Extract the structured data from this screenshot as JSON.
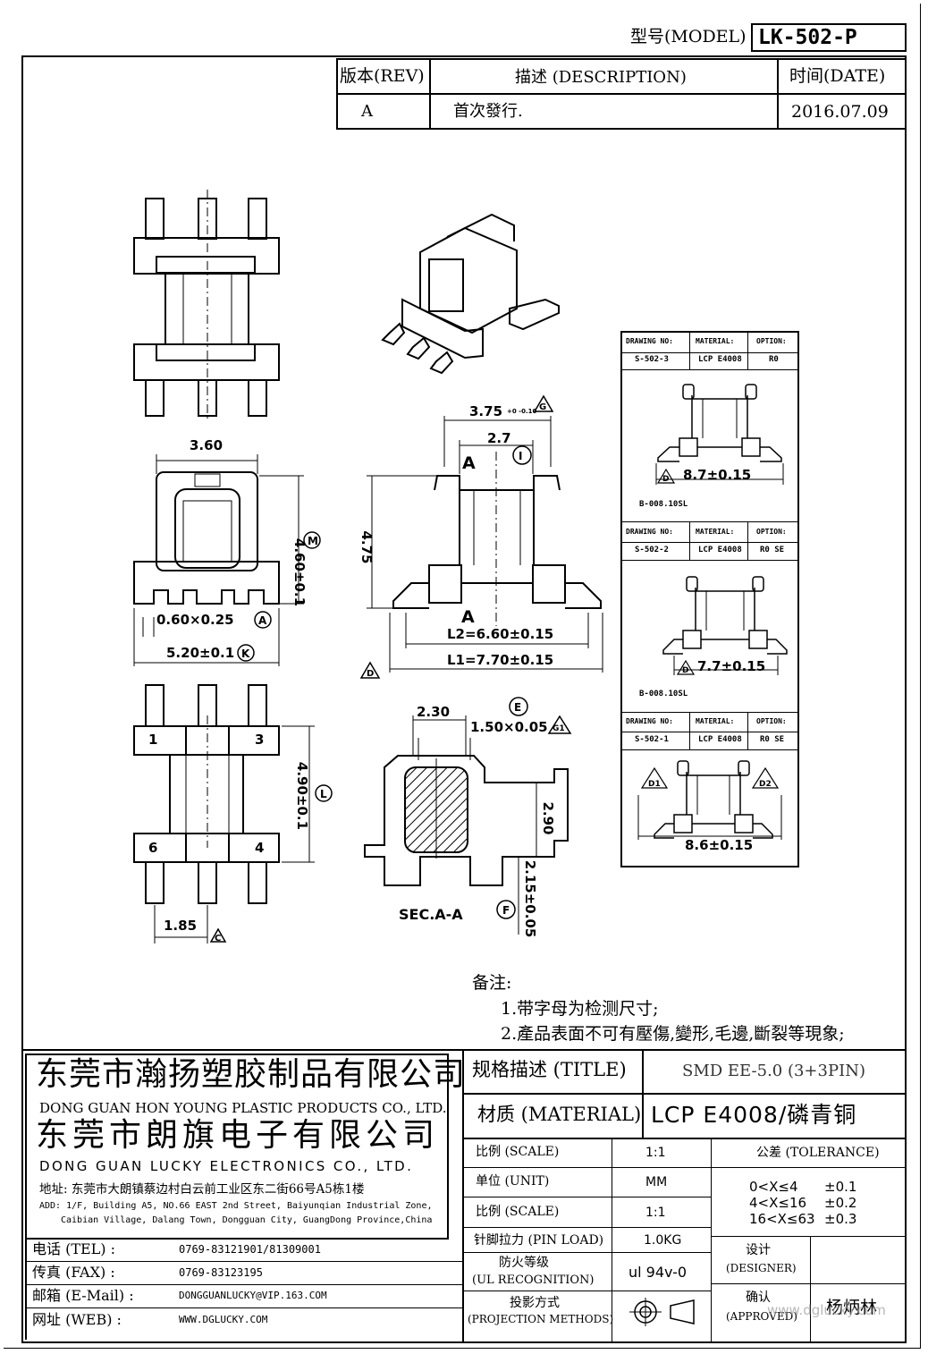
{
  "header": {
    "model_label": "型号(MODEL)",
    "model_value": "LK-502-P"
  },
  "revision_table": {
    "col_rev": "版本(REV)",
    "col_desc": "描述 (DESCRIPTION)",
    "col_date": "时间(DATE)",
    "rows": [
      {
        "rev": "A",
        "desc": "首次發行.",
        "date": "2016.07.09"
      }
    ]
  },
  "drawing": {
    "dims": {
      "d360": "3.60",
      "d460": "4.60±0.1",
      "m": "M",
      "d060": "0.60×0.25",
      "a": "A",
      "d520": "5.20±0.1",
      "k": "K",
      "pin1": "1",
      "pin3": "3",
      "pin6": "6",
      "pin4": "4",
      "d490": "4.90±0.1",
      "l": "L",
      "d185": "1.85",
      "c": "C",
      "d375": "3.75",
      "d375_tol": "+0 -0.10",
      "g": "G",
      "d27": "2.7",
      "i": "I",
      "sec_a": "A",
      "d475": "4.75",
      "l2": "L2=6.60±0.15",
      "l1": "L1=7.70±0.15",
      "d": "D",
      "d230": "2.30",
      "e": "E",
      "d150": "1.50×0.05",
      "g1": "G1",
      "d290": "2.90",
      "sec_caption": "SEC.A-A",
      "f": "F",
      "d215": "2.15±0.05"
    },
    "variants": [
      {
        "h1": "DRAWING NO:",
        "h2": "MATERIAL:",
        "h3": "OPTION:",
        "v1": "S-502-3",
        "v2": "LCP E4008",
        "v3": "R0",
        "dim": "8.7±0.15",
        "note": "B-008.10SL"
      },
      {
        "h1": "DRAWING NO:",
        "h2": "MATERIAL:",
        "h3": "OPTION:",
        "v1": "S-502-2",
        "v2": "LCP E4008",
        "v3": "R0 SE",
        "dim": "7.7±0.15",
        "note": "B-008.10SL"
      },
      {
        "h1": "DRAWING NO:",
        "h2": "MATERIAL:",
        "h3": "OPTION:",
        "v1": "S-502-1",
        "v2": "LCP E4008",
        "v3": "R0 SE",
        "dim": "8.6±0.15",
        "d1": "D1",
        "d2": "D2"
      }
    ]
  },
  "notes": {
    "title": "备注:",
    "line1": "1.带字母为检测尺寸;",
    "line2": "2.產品表面不可有壓傷,變形,毛邊,斷裂等現象;"
  },
  "company": {
    "name1": "东莞市瀚扬塑胶制品有限公司",
    "name1_en": "DONG GUAN HON YOUNG PLASTIC PRODUCTS CO., LTD.",
    "name2": "东莞市朗旗电子有限公司",
    "name2_en": "DONG GUAN LUCKY ELECTRONICS CO., LTD.",
    "addr_cn": "地址: 东莞市大朗镇蔡边村白云前工业区东二街66号A5栋1楼",
    "addr_en1": "ADD: 1/F, Building A5, NO.66 EAST 2nd Street, Baiyunqian Industrial Zone,",
    "addr_en2": "Caibian Village, Dalang Town, Dongguan City, GuangDong Province,China",
    "tel_label": "电话 (TEL) :",
    "tel": "0769-83121901/81309001",
    "fax_label": "传真 (FAX) :",
    "fax": "0769-83123195",
    "email_label": "邮箱 (E-Mail) :",
    "email": "DONGGUANLUCKY@VIP.163.COM",
    "web_label": "网址 (WEB) :",
    "web": "WWW.DGLUCKY.COM"
  },
  "spec": {
    "title_label": "规格描述 (TITLE)",
    "title_value": "SMD EE-5.0 (3+3PIN)",
    "material_label": "材质 (MATERIAL)",
    "material_value": "LCP E4008/磷青铜",
    "scale_label": "比例 (SCALE)",
    "scale_value": "1:1",
    "tolerance_label": "公差 (TOLERANCE)",
    "unit_label": "单位 (UNIT)",
    "unit_value": "MM",
    "scale2_label": "比例 (SCALE)",
    "scale2_value": "1:1",
    "tol_rows": [
      {
        "range": "0<X≤4",
        "tol": "±0.1"
      },
      {
        "range": "4<X≤16",
        "tol": "±0.2"
      },
      {
        "range": "16<X≤63",
        "tol": "±0.3"
      }
    ],
    "pin_load_label": "针脚拉力 (PIN LOAD)",
    "pin_load_value": "1.0KG",
    "designer_label": "设计",
    "designer_en": "(DESIGNER)",
    "flame_label": "防火等级",
    "flame_en": "(UL RECOGNITION)",
    "flame_value": "ul 94v-0",
    "proj_label": "投影方式",
    "proj_en": "(PROJECTION METHODS)",
    "approved_label": "确认",
    "approved_en": "(APPROVED)",
    "approved_value": "杨炳林",
    "watermark": "www.dglucky.com"
  }
}
